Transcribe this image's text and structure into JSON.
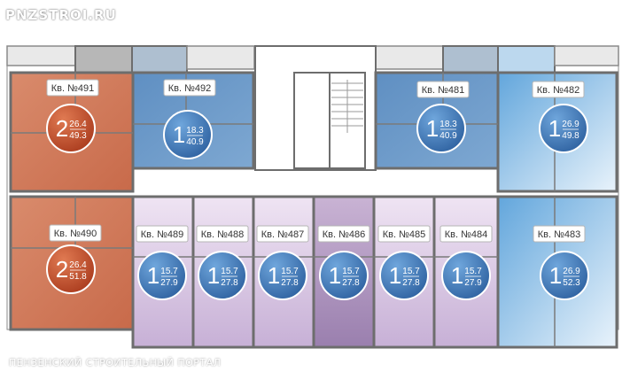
{
  "watermark": {
    "site": "PNZSTROI.RU",
    "portal": "ПЕНЗЕНСКИЙ СТРОИТЕЛЬНЫЙ ПОРТАЛ"
  },
  "colors": {
    "two_room": "#c8553a",
    "one_room": "#3f78b8",
    "wall": "#6d6d6d",
    "label_bg": "#ffffff",
    "label_text": "#333333",
    "badge_text": "#ffffff"
  },
  "apartments": [
    {
      "label": "Кв. №491",
      "rooms": "2",
      "living": "26.4",
      "total": "49.3",
      "color": "#c8553a"
    },
    {
      "label": "Кв. №492",
      "rooms": "1",
      "living": "18.3",
      "total": "40.9",
      "color": "#3f78b8"
    },
    {
      "label": "Кв. №481",
      "rooms": "1",
      "living": "18.3",
      "total": "40.9",
      "color": "#3f78b8"
    },
    {
      "label": "Кв. №482",
      "rooms": "1",
      "living": "26.9",
      "total": "49.8",
      "color": "#3f78b8"
    },
    {
      "label": "Кв. №490",
      "rooms": "2",
      "living": "26.4",
      "total": "51.8",
      "color": "#c8553a"
    },
    {
      "label": "Кв. №489",
      "rooms": "1",
      "living": "15.7",
      "total": "27.9",
      "color": "#3f78b8"
    },
    {
      "label": "Кв. №488",
      "rooms": "1",
      "living": "15.7",
      "total": "27.8",
      "color": "#3f78b8"
    },
    {
      "label": "Кв. №487",
      "rooms": "1",
      "living": "15.7",
      "total": "27.8",
      "color": "#3f78b8"
    },
    {
      "label": "Кв. №486",
      "rooms": "1",
      "living": "15.7",
      "total": "27.8",
      "color": "#3f78b8"
    },
    {
      "label": "Кв. №485",
      "rooms": "1",
      "living": "15.7",
      "total": "27.8",
      "color": "#3f78b8"
    },
    {
      "label": "Кв. №484",
      "rooms": "1",
      "living": "15.7",
      "total": "27.9",
      "color": "#3f78b8"
    },
    {
      "label": "Кв. №483",
      "rooms": "1",
      "living": "26.9",
      "total": "52.3",
      "color": "#3f78b8"
    }
  ]
}
